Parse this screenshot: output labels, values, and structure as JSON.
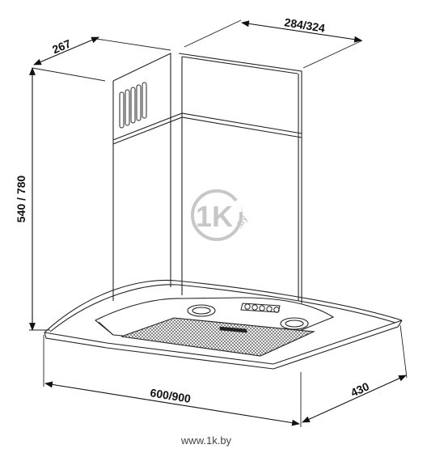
{
  "dimensions": {
    "chimney_depth": "267",
    "chimney_width": "284/324",
    "height": "540 / 780",
    "width": "600/900",
    "depth": "430"
  },
  "watermark": {
    "logo": "1K",
    "logo_suffix": ".by",
    "url": "www.1k.by"
  },
  "colors": {
    "line": "#222222",
    "watermark": "#9a9a9a"
  }
}
